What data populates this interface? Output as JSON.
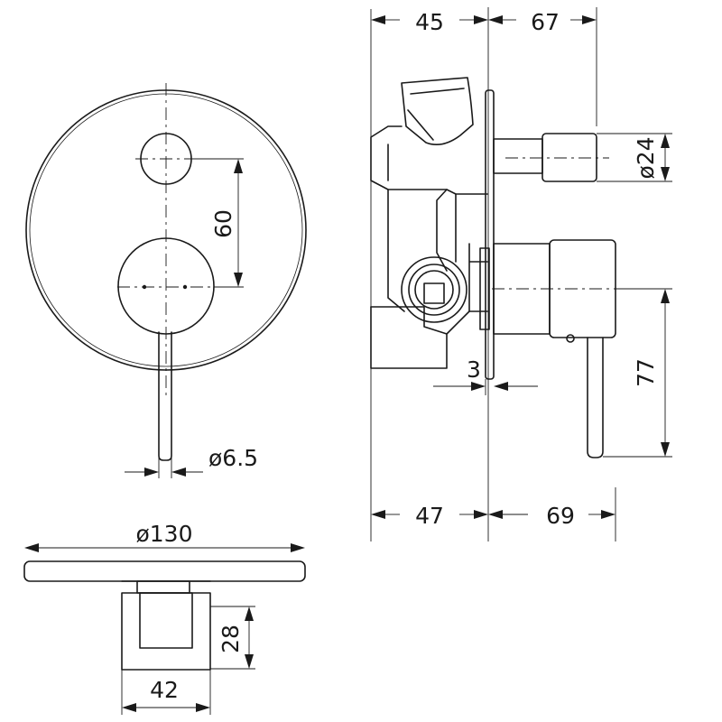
{
  "dimensions": {
    "top_left_width": "45",
    "top_right_width": "67",
    "outlet_diameter": "ø24",
    "plate_thickness": "3",
    "lever_drop": "77",
    "bottom_left_width": "47",
    "bottom_right_width": "69",
    "handle_spacing": "60",
    "lever_diameter": "ø6.5",
    "plate_diameter": "ø130",
    "body_depth": "28",
    "body_width": "42"
  },
  "colors": {
    "line": "#1a1a1a",
    "background": "#ffffff"
  }
}
